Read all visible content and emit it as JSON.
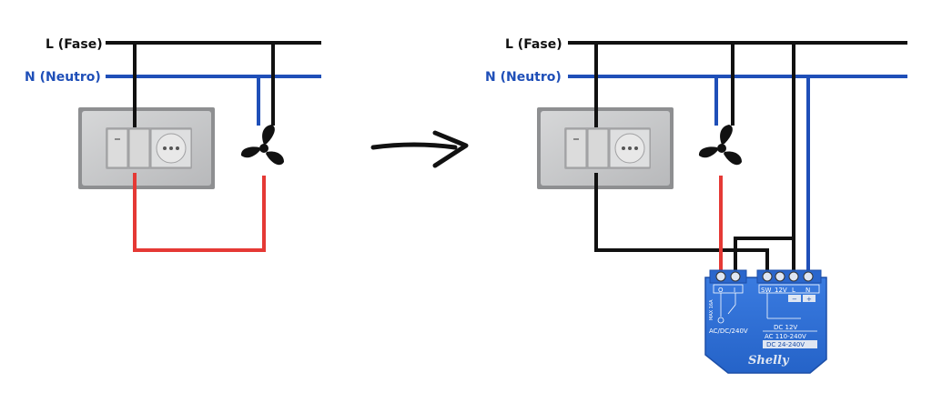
{
  "colors": {
    "phase": "#111111",
    "neutral": "#1f4fb8",
    "switched_live": "#e53935",
    "shelly_body": "#2f6fd6",
    "shelly_dark": "#1d4fa8",
    "plate": "#c9cacb"
  },
  "left": {
    "label_phase": "L (Fase)",
    "label_neutral": "N (Neutro)"
  },
  "right": {
    "label_phase": "L (Fase)",
    "label_neutral": "N (Neutro)"
  },
  "shelly": {
    "term_o": "O",
    "term_i": "I",
    "term_sw": "SW",
    "term_12v": "12V",
    "term_l": "L",
    "term_n": "N",
    "sign_minus": "−",
    "sign_plus": "+",
    "side_text": "MAX 16A",
    "voltage_left": "AC/DC/240V",
    "dc12": "DC 12V",
    "ac": "AC 110-240V",
    "dc24": "DC 24-240V",
    "brand": "Shelly"
  },
  "icons": {
    "fan": "fan-icon",
    "arrow": "arrow-right-icon",
    "switch": "wall-switch-socket-icon"
  }
}
